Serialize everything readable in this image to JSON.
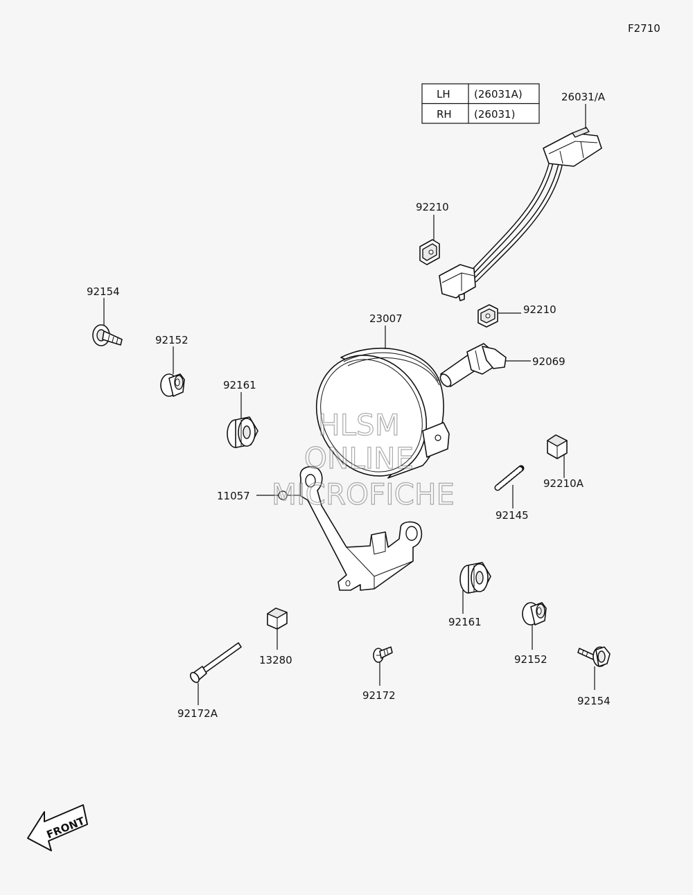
{
  "figure_code": "F2710",
  "side_table": {
    "rows": [
      {
        "side": "LH",
        "part": "(26031A)"
      },
      {
        "side": "RH",
        "part": "(26031)"
      }
    ]
  },
  "labels": {
    "harness": "26031/A",
    "clip_upper": "92210",
    "clip_mid": "92210",
    "bolt_left_top": "92154",
    "collar_left": "92152",
    "grommet_left": "92161",
    "lamp": "23007",
    "bulb": "92069",
    "nut_clip_right": "92210A",
    "bracket": "11057",
    "spring": "92145",
    "grommet_right": "92161",
    "collar_right": "92152",
    "bolt_right": "92154",
    "clip_nut": "13280",
    "screw_long": "92172A",
    "screw_short": "92172"
  },
  "watermark": {
    "line1": "HLSM",
    "line2": "ONLINE",
    "line3": "MICROFICHE"
  },
  "front_arrow_text": "FRONT"
}
